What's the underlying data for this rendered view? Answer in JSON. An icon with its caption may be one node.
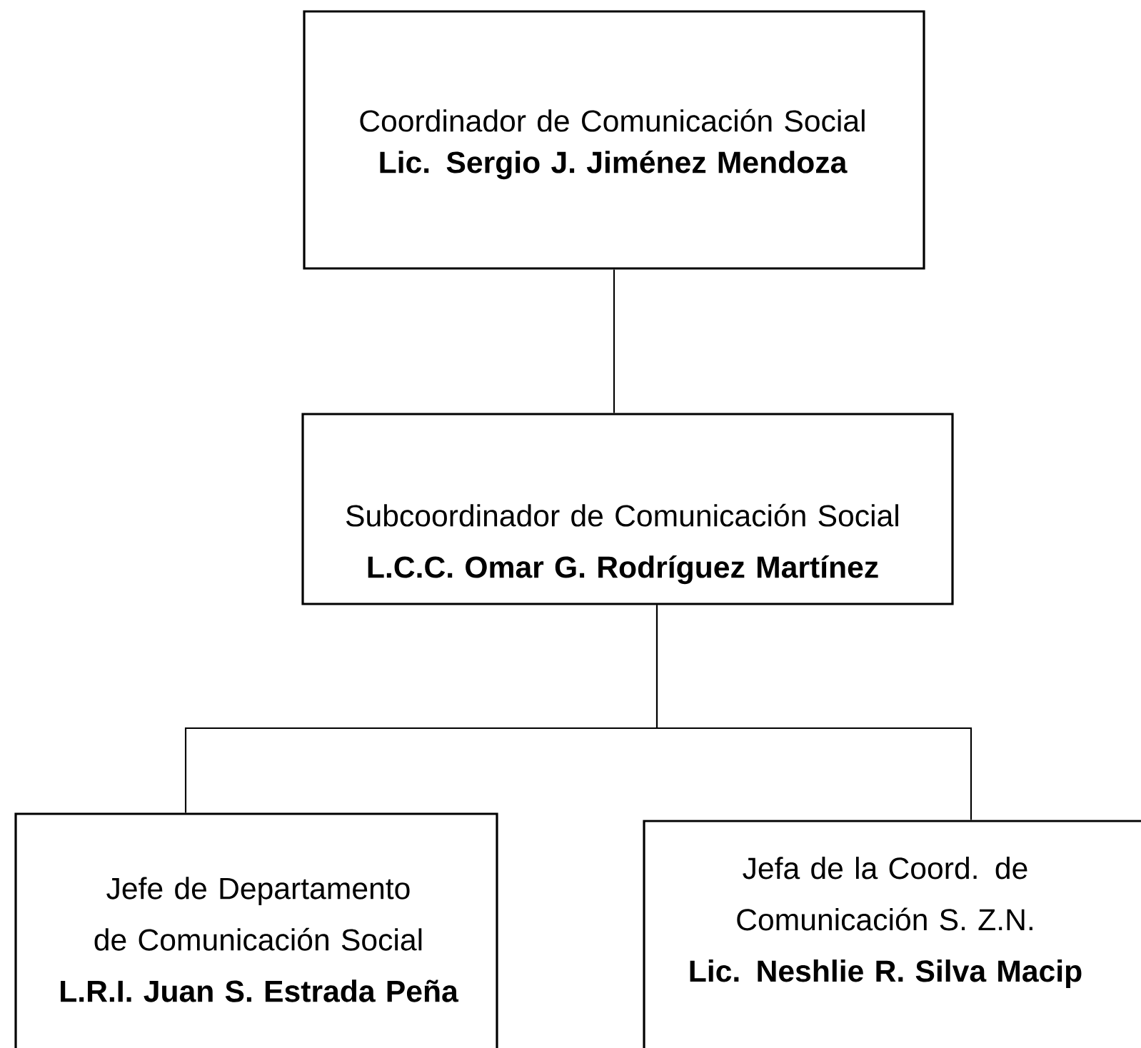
{
  "diagram": {
    "nodes": [
      {
        "text": [
          "Coordinador de Comunicación Social",
          "Lic. Sergio J. Jiménez Mendoza"
        ]
      },
      {
        "text": [
          "Subcoordinador de Comunicación Social",
          "L.C.C. Omar G. Rodríguez Martínez"
        ]
      },
      {
        "text": [
          "Jefe de Departamento de Comunicación Social",
          "L.R.I. Juan S. Estrada Peña"
        ]
      },
      {
        "text": [
          "Jefa de la Coord. de Comunicación S. Z.N.",
          "Lic. Neshlie R. Silva Macip"
        ]
      }
    ],
    "edges": [
      {
        "from": 0,
        "to": 1,
        "arrow": "none"
      },
      {
        "from": 1,
        "to": 2,
        "arrow": "none"
      },
      {
        "from": 1,
        "to": 3,
        "arrow": "none"
      }
    ]
  }
}
